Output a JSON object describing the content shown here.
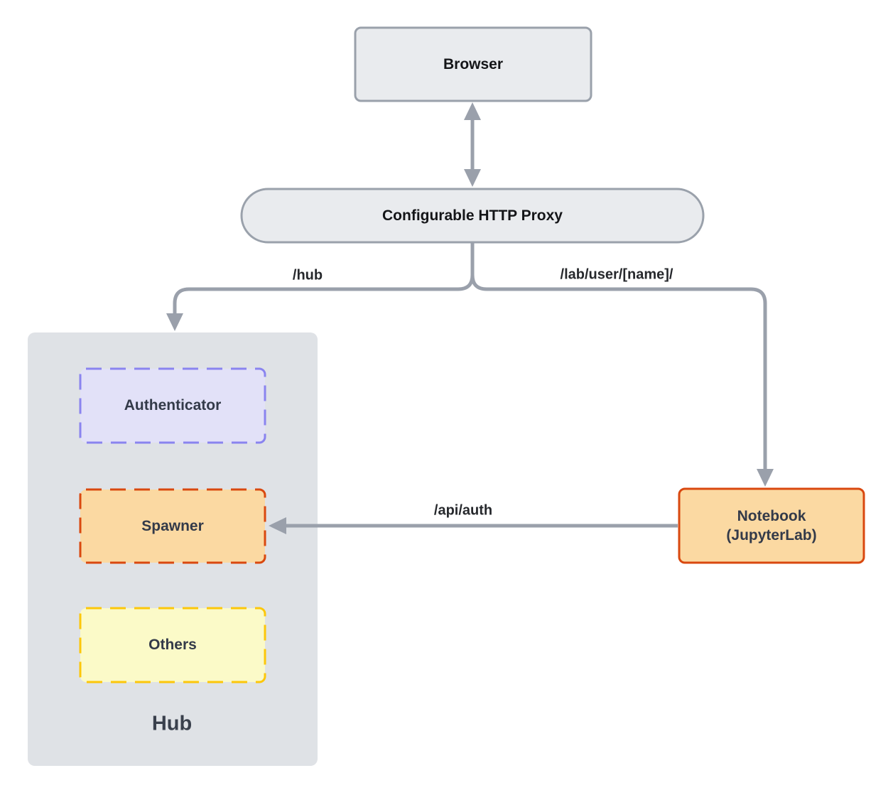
{
  "nodes": {
    "browser": {
      "label": "Browser"
    },
    "proxy": {
      "label": "Configurable HTTP Proxy"
    },
    "hub": {
      "label": "Hub"
    },
    "authenticator": {
      "label": "Authenticator"
    },
    "spawner": {
      "label": "Spawner"
    },
    "others": {
      "label": "Others"
    },
    "notebook": {
      "label_line1": "Notebook",
      "label_line2": "(JupyterLab)"
    }
  },
  "edges": {
    "proxy_hub": {
      "label": "/hub"
    },
    "proxy_notebook": {
      "label": "/lab/user/[name]/"
    },
    "notebook_spawner": {
      "label": "/api/auth"
    }
  },
  "colors": {
    "connector_gray": "#9aa0ab",
    "gray_node_fill": "#e9ebee",
    "gray_node_border": "#9aa1ab",
    "hub_container_fill": "#dfe2e6",
    "authenticator_fill": "#e2e1f8",
    "authenticator_border": "#8a84ef",
    "orange_fill": "#fbd9a2",
    "orange_border": "#d9480f",
    "others_fill": "#fbfac8",
    "others_border": "#fcc70a",
    "box_text": "#333a49",
    "title_text": "#141518"
  }
}
